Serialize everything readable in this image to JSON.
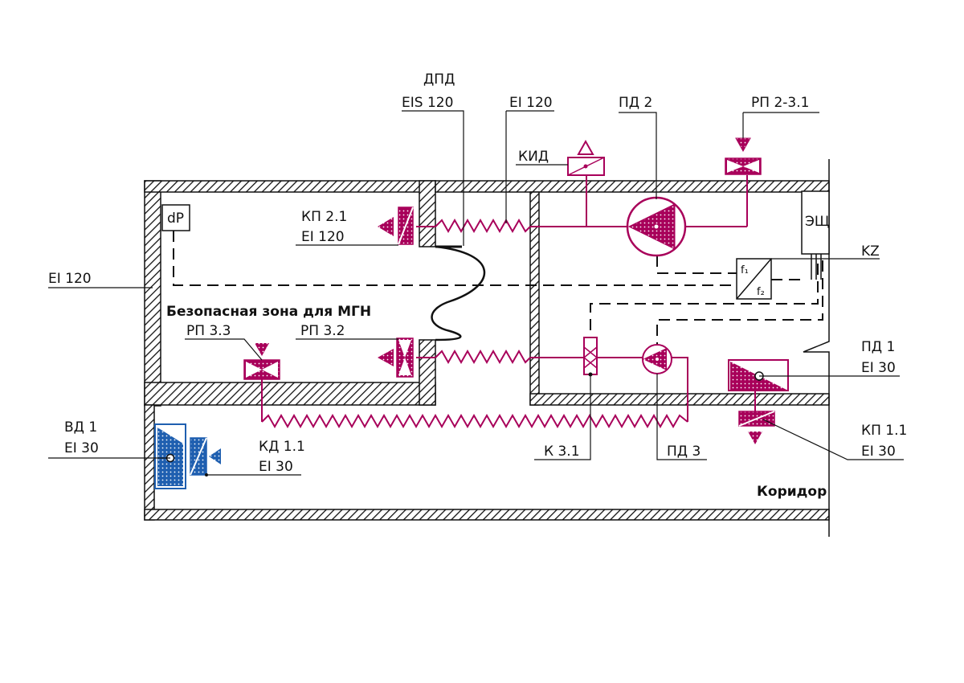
{
  "labels": {
    "dpd": "ДПД",
    "eis120": "EIS 120",
    "ei120_top": "EI 120",
    "pd2": "ПД 2",
    "rp2_31": "РП 2-3.1",
    "kid": "КИД",
    "dp": "dP",
    "kp21": "КП 2.1",
    "ei120_kp21": "EI 120",
    "eshch": "ЭЩ",
    "kz": "KZ",
    "f1": "f₁",
    "f2": "f₂",
    "ei120_left": "EI 120",
    "safe_zone": "Безопасная зона для МГН",
    "rp33": "РП 3.3",
    "rp32": "РП 3.2",
    "pd1": "ПД 1",
    "ei30_pd1": "EI 30",
    "vd1": "ВД 1",
    "ei30_vd1": "EI 30",
    "kd11": "КД 1.1",
    "ei30_kd11": "EI 30",
    "k31": "К 3.1",
    "pd3": "ПД 3",
    "kp11": "КП 1.1",
    "ei30_kp11": "EI 30",
    "corridor": "Коридор"
  },
  "colors": {
    "magenta": "#a8005a",
    "blue": "#1f5fb0",
    "wall": "#111111"
  }
}
